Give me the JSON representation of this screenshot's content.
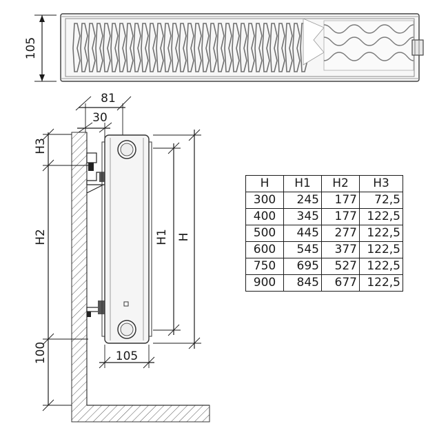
{
  "top_view": {
    "height_label": "105"
  },
  "side_view": {
    "dim_81": "81",
    "dim_30": "30",
    "label_h3": "H3",
    "label_h2": "H2",
    "label_h1": "H1",
    "label_h": "H",
    "label_100": "100",
    "dim_105": "105"
  },
  "table": {
    "headers": [
      "H",
      "H1",
      "H2",
      "H3"
    ],
    "rows": [
      [
        "300",
        "245",
        "177",
        "72,5"
      ],
      [
        "400",
        "345",
        "177",
        "122,5"
      ],
      [
        "500",
        "445",
        "277",
        "122,5"
      ],
      [
        "600",
        "545",
        "377",
        "122,5"
      ],
      [
        "750",
        "695",
        "527",
        "122,5"
      ],
      [
        "900",
        "845",
        "677",
        "122,5"
      ]
    ]
  }
}
